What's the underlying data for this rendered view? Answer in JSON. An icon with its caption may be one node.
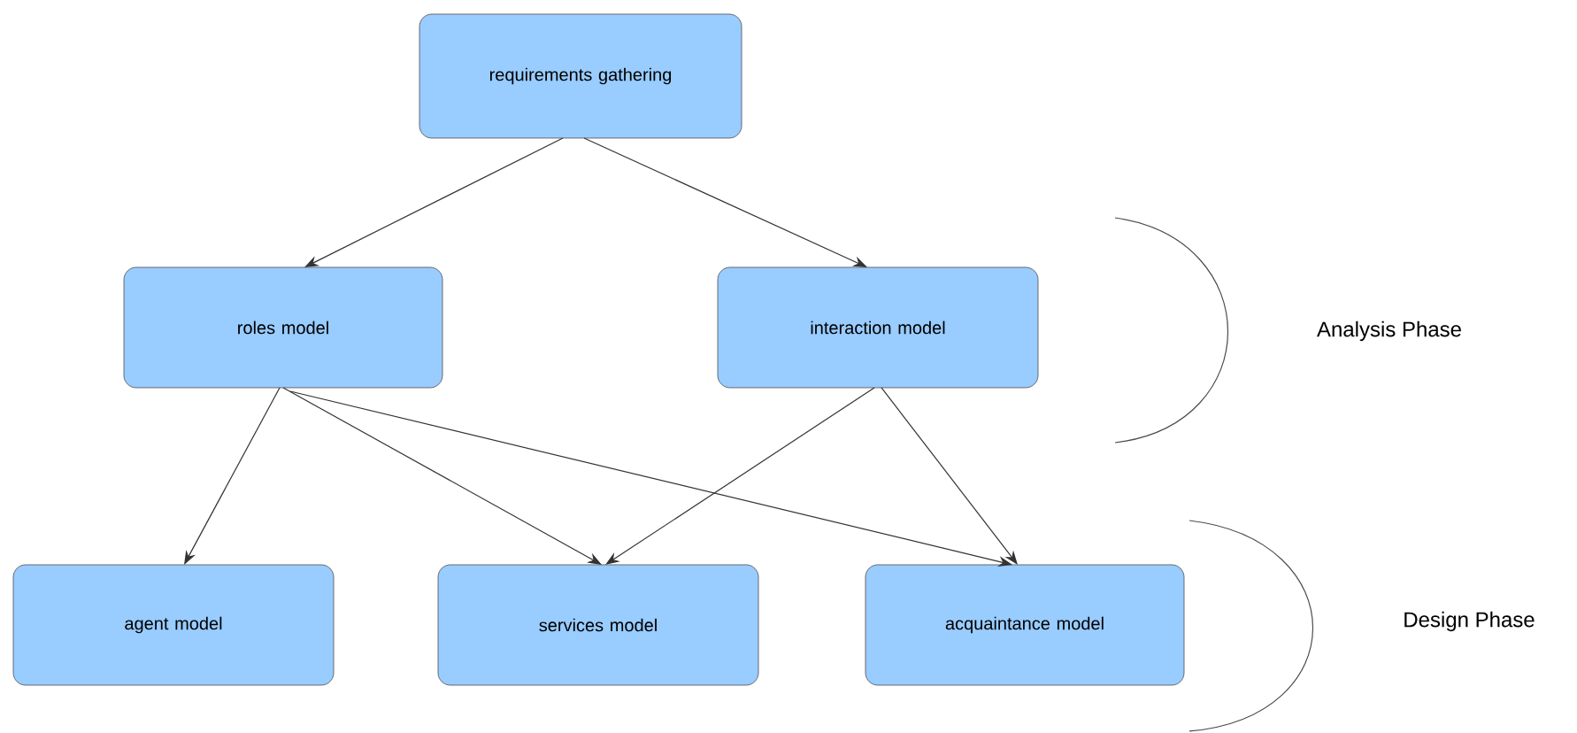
{
  "diagram": {
    "nodes": [
      {
        "text": [
          "requirements gathering"
        ]
      },
      {
        "text": [
          "roles model"
        ]
      },
      {
        "text": [
          "interaction model"
        ]
      },
      {
        "text": [
          "agent model"
        ]
      },
      {
        "text": [
          "services model"
        ]
      },
      {
        "text": [
          "acquaintance model"
        ]
      }
    ],
    "edges": [
      {
        "from": 0,
        "to": 1,
        "arrow": "to"
      },
      {
        "from": 0,
        "to": 2,
        "arrow": "to"
      },
      {
        "from": 1,
        "to": 3,
        "arrow": "to"
      },
      {
        "from": 1,
        "to": 4,
        "arrow": "to"
      },
      {
        "from": 1,
        "to": 5,
        "arrow": "to"
      },
      {
        "from": 2,
        "to": 4,
        "arrow": "to"
      },
      {
        "from": 2,
        "to": 5,
        "arrow": "to"
      }
    ],
    "labels": [
      "Analysis Phase",
      "Design Phase"
    ]
  }
}
